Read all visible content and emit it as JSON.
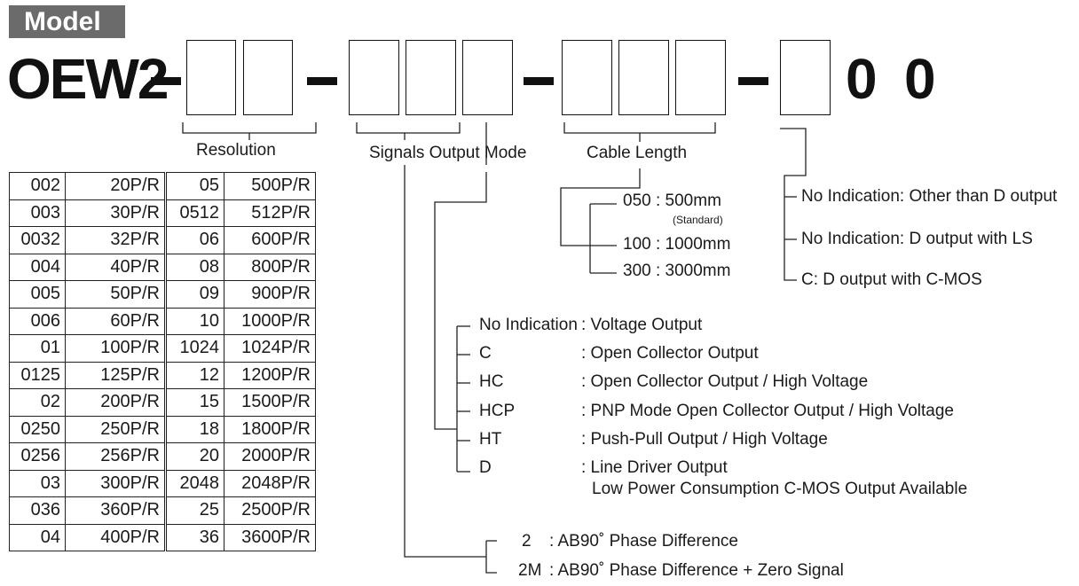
{
  "badge": "Model",
  "prefix": "OEW2",
  "suffix_zeros": [
    "0",
    "0"
  ],
  "labels": {
    "resolution": "Resolution",
    "signals": "Signals Output Mode",
    "cable": "Cable Length"
  },
  "resolution_table": [
    [
      "002",
      "20P/R",
      "05",
      "500P/R"
    ],
    [
      "003",
      "30P/R",
      "0512",
      "512P/R"
    ],
    [
      "0032",
      "32P/R",
      "06",
      "600P/R"
    ],
    [
      "004",
      "40P/R",
      "08",
      "800P/R"
    ],
    [
      "005",
      "50P/R",
      "09",
      "900P/R"
    ],
    [
      "006",
      "60P/R",
      "10",
      "1000P/R"
    ],
    [
      "01",
      "100P/R",
      "1024",
      "1024P/R"
    ],
    [
      "0125",
      "125P/R",
      "12",
      "1200P/R"
    ],
    [
      "02",
      "200P/R",
      "15",
      "1500P/R"
    ],
    [
      "0250",
      "250P/R",
      "18",
      "1800P/R"
    ],
    [
      "0256",
      "256P/R",
      "20",
      "2000P/R"
    ],
    [
      "03",
      "300P/R",
      "2048",
      "2048P/R"
    ],
    [
      "036",
      "360P/R",
      "25",
      "2500P/R"
    ],
    [
      "04",
      "400P/R",
      "36",
      "3600P/R"
    ]
  ],
  "cable_options": [
    {
      "text": "050 : 500mm",
      "note": "(Standard)"
    },
    {
      "text": "100 : 1000mm",
      "note": ""
    },
    {
      "text": "300 : 3000mm",
      "note": ""
    }
  ],
  "last_options": [
    "No Indication: Other than D output",
    "No Indication: D output with LS",
    "C: D output with C-MOS"
  ],
  "output_modes": [
    {
      "code": "No Indication",
      "desc": ": Voltage Output",
      "desc2": ""
    },
    {
      "code": "C",
      "desc": ": Open Collector Output",
      "desc2": ""
    },
    {
      "code": "HC",
      "desc": ": Open Collector Output / High Voltage",
      "desc2": ""
    },
    {
      "code": "HCP",
      "desc": ": PNP Mode Open Collector Output / High Voltage",
      "desc2": ""
    },
    {
      "code": "HT",
      "desc": ": Push-Pull Output / High Voltage",
      "desc2": ""
    },
    {
      "code": "D",
      "desc": ": Line Driver Output",
      "desc2": "Low Power Consumption C-MOS Output Available"
    }
  ],
  "signals": [
    {
      "code": "2",
      "desc": ": AB90˚ Phase Difference"
    },
    {
      "code": "2M",
      "desc": ": AB90˚ Phase Difference + Zero Signal"
    }
  ]
}
